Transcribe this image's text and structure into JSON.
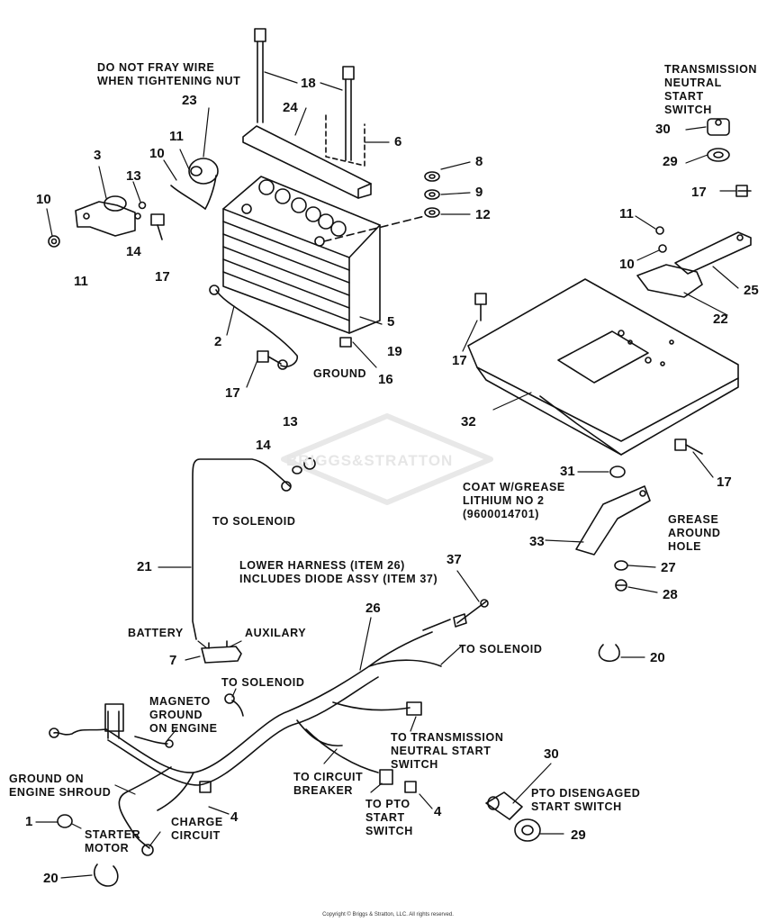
{
  "labels": {
    "do_not_fray": "DO NOT FRAY WIRE\nWHEN TIGHTENING NUT",
    "transmission_switch": "TRANSMISSION\nNEUTRAL\nSTART\nSWITCH",
    "ground": "GROUND",
    "coat_grease": "COAT W/GREASE\nLITHIUM NO 2\n(9600014701)",
    "grease_hole": "GREASE\nAROUND\nHOLE",
    "to_solenoid_1": "TO SOLENOID",
    "lower_harness": "LOWER HARNESS (ITEM 26)\nINCLUDES DIODE ASSY (ITEM 37)",
    "to_solenoid_2": "TO SOLENOID",
    "battery": "BATTERY",
    "auxilary": "AUXILARY",
    "to_solenoid_3": "TO SOLENOID",
    "magneto_ground": "MAGNETO\nGROUND\nON ENGINE",
    "to_transmission": "TO TRANSMISSION\nNEUTRAL START\nSWITCH",
    "ground_engine_shroud": "GROUND ON\nENGINE SHROUD",
    "to_circuit_breaker": "TO CIRCUIT\nBREAKER",
    "to_pto": "TO PTO\nSTART\nSWITCH",
    "pto_disengaged": "PTO DISENGAGED\nSTART SWITCH",
    "starter_motor": "STARTER\nMOTOR",
    "charge_circuit": "CHARGE\nCIRCUIT"
  },
  "part_numbers": {
    "n1": "1",
    "n2": "2",
    "n3": "3",
    "n4a": "4",
    "n4b": "4",
    "n5": "5",
    "n6": "6",
    "n7": "7",
    "n8": "8",
    "n9": "9",
    "n10a": "10",
    "n10b": "10",
    "n10c": "10",
    "n11a": "11",
    "n11b": "11",
    "n11c": "11",
    "n12": "12",
    "n13a": "13",
    "n13b": "13",
    "n14a": "14",
    "n14b": "14",
    "n16": "16",
    "n17a": "17",
    "n17b": "17",
    "n17c": "17",
    "n17d": "17",
    "n17e": "17",
    "n18": "18",
    "n19": "19",
    "n20a": "20",
    "n20b": "20",
    "n21": "21",
    "n22": "22",
    "n23": "23",
    "n24": "24",
    "n25": "25",
    "n26": "26",
    "n27": "27",
    "n28": "28",
    "n29a": "29",
    "n29b": "29",
    "n30a": "30",
    "n30b": "30",
    "n31": "31",
    "n32": "32",
    "n33": "33",
    "n37": "37"
  },
  "watermark": "BRIGGS&STRATTON",
  "copyright": "Copyright © Briggs & Stratton, LLC. All rights reserved."
}
